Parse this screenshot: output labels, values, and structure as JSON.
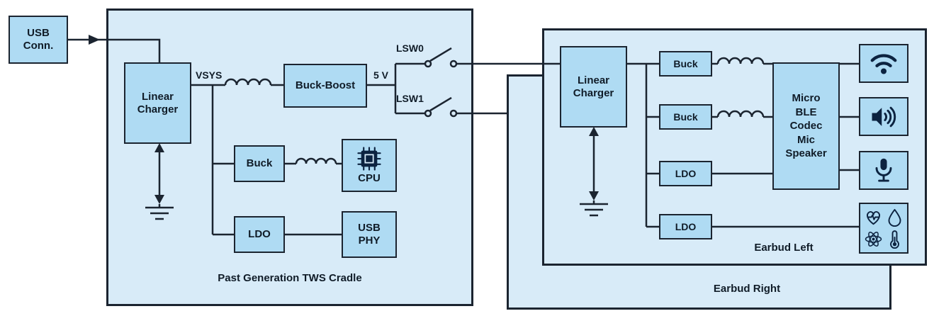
{
  "colors": {
    "container_fill": "#D8EBF8",
    "box_fill": "#AFDBF3",
    "border": "#1B2430",
    "icon": "#0C2340",
    "text": "#101C28"
  },
  "usb": {
    "label": "USB\nConn."
  },
  "cradle": {
    "title": "Past Generation TWS Cradle",
    "linear_charger": "Linear\nCharger",
    "vsys_label": "VSYS",
    "buck_boost": "Buck-Boost",
    "five_v_label": "5 V",
    "lsw0_label": "LSW0",
    "lsw1_label": "LSW1",
    "buck": "Buck",
    "cpu": "CPU",
    "ldo": "LDO",
    "usb_phy": "USB\nPHY"
  },
  "earbud_left": {
    "title": "Earbud Left",
    "linear_charger": "Linear\nCharger",
    "buck_top": "Buck",
    "buck_mid": "Buck",
    "ldo_mid": "LDO",
    "ldo_bottom": "LDO",
    "soc": "Micro\nBLE\nCodec\nMic\nSpeaker",
    "peripheral_icons": [
      "wifi-icon",
      "speaker-icon",
      "microphone-icon",
      "heart-pulse-icon",
      "droplet-icon",
      "atom-icon",
      "thermometer-icon"
    ]
  },
  "earbud_right": {
    "title": "Earbud Right"
  }
}
